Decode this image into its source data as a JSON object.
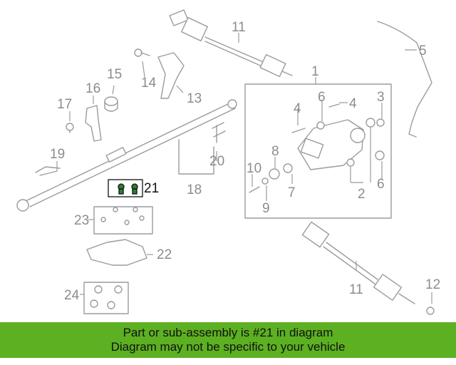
{
  "callouts": [
    "1",
    "2",
    "3",
    "4",
    "4",
    "5",
    "6",
    "6",
    "7",
    "8",
    "9",
    "10",
    "11",
    "11",
    "12",
    "13",
    "14",
    "15",
    "16",
    "17",
    "18",
    "19",
    "20",
    "21",
    "22",
    "23",
    "24"
  ],
  "highlighted_callout": "21",
  "banner": {
    "line1": "Part or sub-assembly is #21 in diagram",
    "line2": "Diagram may not be specific to your vehicle",
    "color": "#5cb021"
  },
  "colors": {
    "highlight_part": "#2e7d32",
    "line_art": "#9b9b9b"
  }
}
